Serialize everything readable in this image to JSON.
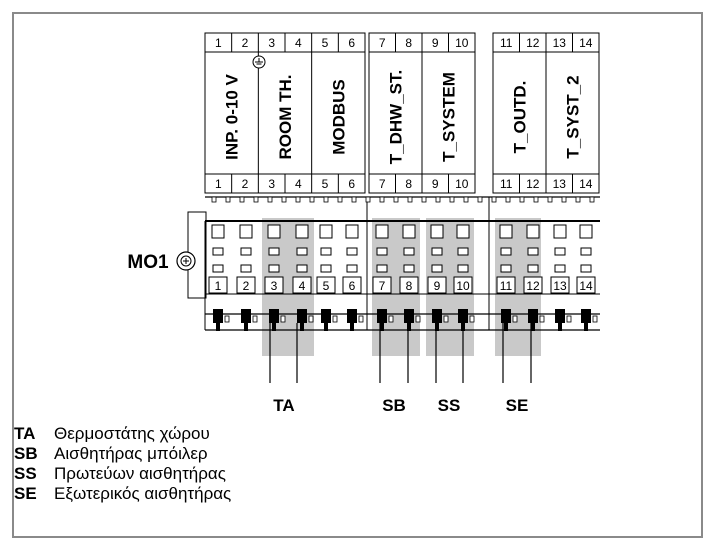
{
  "header_blocks": [
    {
      "numbers_top": [
        "1",
        "2",
        "3",
        "4",
        "5",
        "6"
      ],
      "numbers_bottom": [
        "1",
        "2",
        "3",
        "4",
        "5",
        "6"
      ],
      "labels": [
        "INP. 0-10 V",
        "ROOM TH.",
        "MODBUS"
      ]
    },
    {
      "numbers_top": [
        "7",
        "8",
        "9",
        "10"
      ],
      "numbers_bottom": [
        "7",
        "8",
        "9",
        "10"
      ],
      "labels": [
        "T_DHW_ST.",
        "T_SYSTEM"
      ]
    },
    {
      "numbers_top": [
        "11",
        "12",
        "13",
        "14"
      ],
      "numbers_bottom": [
        "11",
        "12",
        "13",
        "14"
      ],
      "labels": [
        "T_OUTD.",
        "T_SYST_2"
      ]
    }
  ],
  "terminal_numbers": [
    "1",
    "2",
    "3",
    "4",
    "5",
    "6",
    "7",
    "8",
    "9",
    "10",
    "11",
    "12",
    "13",
    "14"
  ],
  "connector_label": "MO1",
  "ground_symbol": "ground-icon",
  "wire_labels": [
    "TA",
    "SB",
    "SS",
    "SE"
  ],
  "legend": [
    {
      "code": "TA",
      "text": "Θερμοστάτης χώρου"
    },
    {
      "code": "SB",
      "text": "Αισθητήρας μπόιλερ"
    },
    {
      "code": "SS",
      "text": "Πρωτεύων αισθητήρας"
    },
    {
      "code": "SE",
      "text": "Εξωτερικός αισθητήρας"
    }
  ],
  "colors": {
    "highlight": "#c9c9c9",
    "frame": "#8a8a8a"
  }
}
